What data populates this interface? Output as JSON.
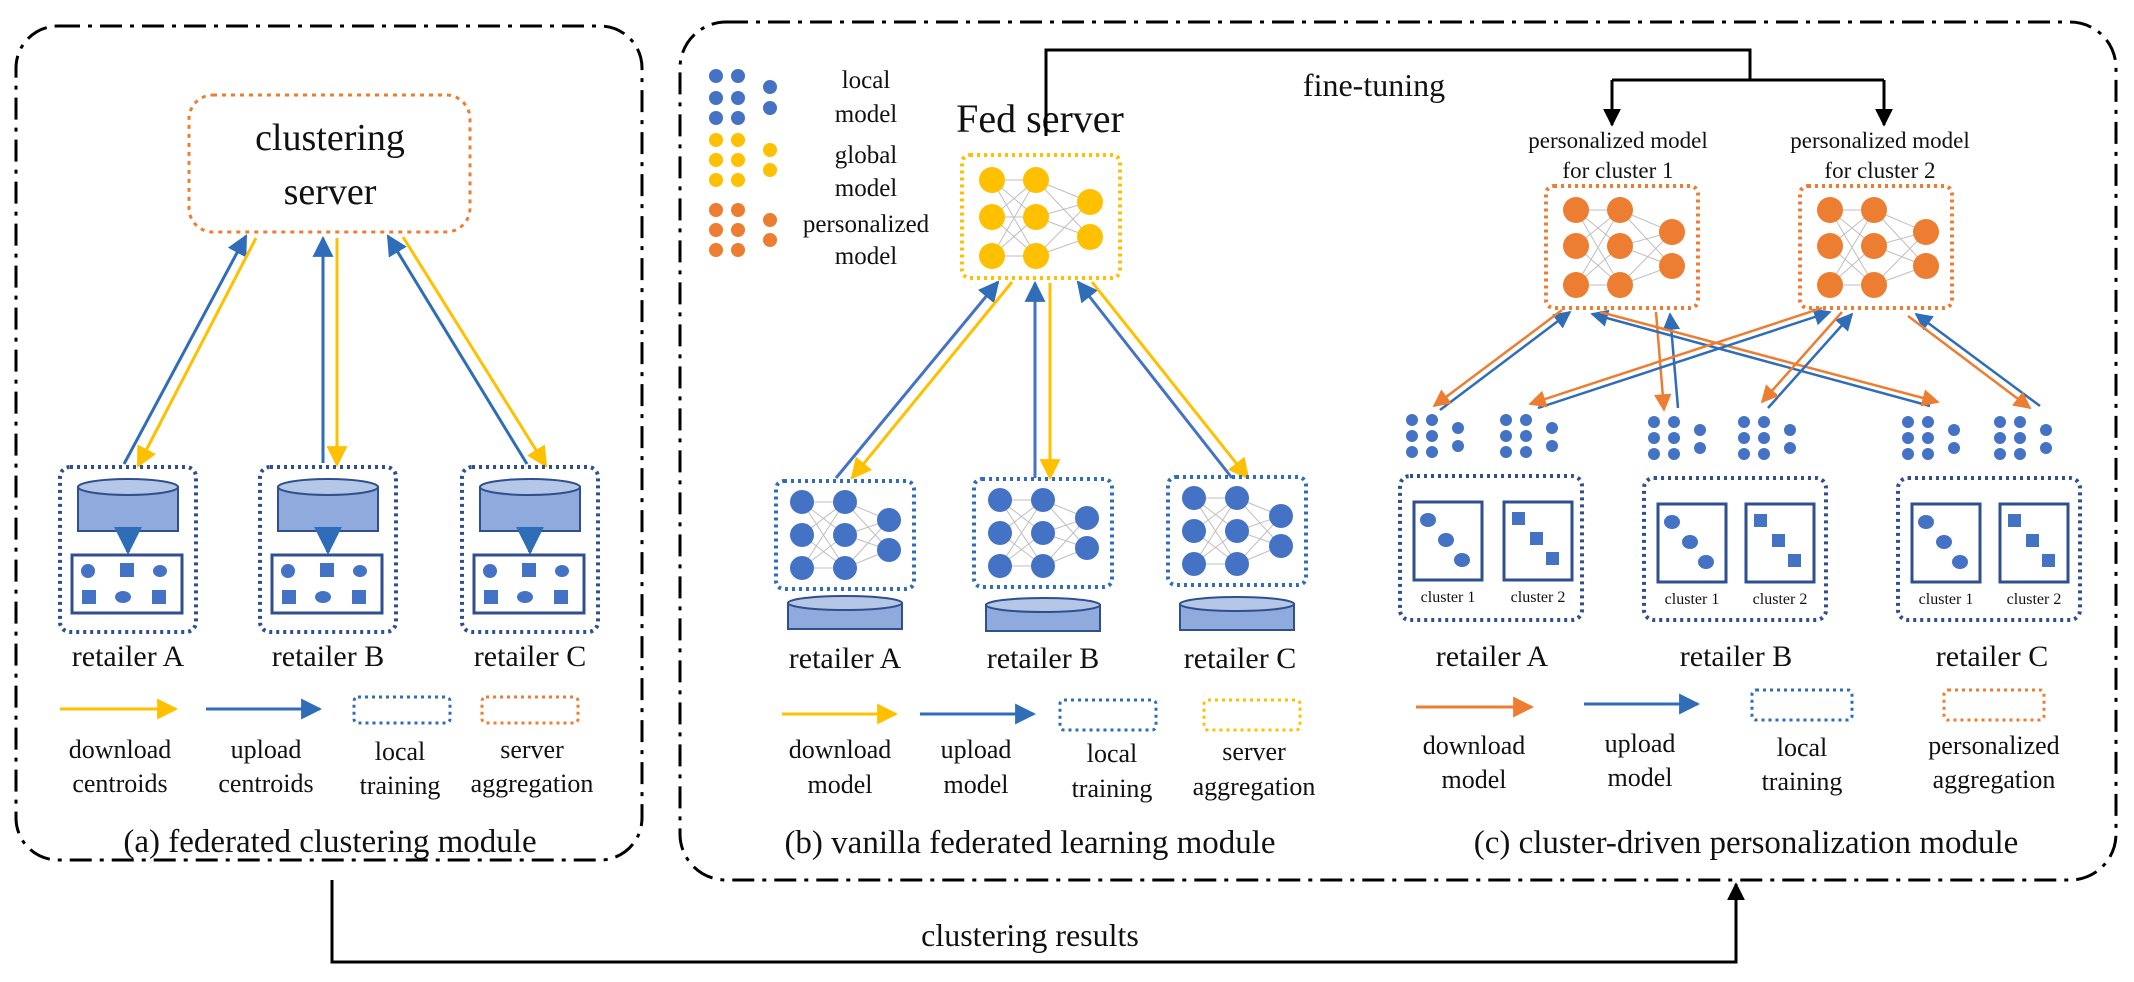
{
  "colors": {
    "blue": "#2F6DB8",
    "blueNode": "#4472C4",
    "blueFill": "#8FAADC",
    "yellow": "#FFC000",
    "orange": "#ED7D31",
    "black": "#000000"
  },
  "panel_a": {
    "server_label": "clustering server",
    "server_line1": "clustering",
    "server_line2": "server",
    "retailers": [
      "retailer A",
      "retailer B",
      "retailer C"
    ],
    "legend": {
      "download_1": "download",
      "download_2": "centroids",
      "upload_1": "upload",
      "upload_2": "centroids",
      "local_1": "local",
      "local_2": "training",
      "server_1": "server",
      "server_2": "aggregation"
    },
    "caption": "(a) federated clustering module"
  },
  "panel_b": {
    "key_local_1": "local",
    "key_local_2": "model",
    "key_global_1": "global",
    "key_global_2": "model",
    "key_personal_1": "personalized",
    "key_personal_2": "model",
    "server_label": "Fed server",
    "retailers": [
      "retailer A",
      "retailer B",
      "retailer C"
    ],
    "legend": {
      "download_1": "download",
      "download_2": "model",
      "upload_1": "upload",
      "upload_2": "model",
      "local_1": "local",
      "local_2": "training",
      "server_1": "server",
      "server_2": "aggregation"
    },
    "caption": "(b) vanilla federated learning module"
  },
  "panel_c": {
    "finetune_label": "fine-tuning",
    "pm1_line1": "personalized model",
    "pm1_line2": "for cluster 1",
    "pm2_line1": "personalized model",
    "pm2_line2": "for cluster 2",
    "cluster1": "cluster 1",
    "cluster2": "cluster 2",
    "retailers": [
      "retailer A",
      "retailer B",
      "retailer C"
    ],
    "legend": {
      "download_1": "download",
      "download_2": "model",
      "upload_1": "upload",
      "upload_2": "model",
      "local_1": "local",
      "local_2": "training",
      "personal_1": "personalized",
      "personal_2": "aggregation"
    },
    "caption": "(c) cluster-driven personalization module"
  },
  "bottom_label": "clustering results"
}
